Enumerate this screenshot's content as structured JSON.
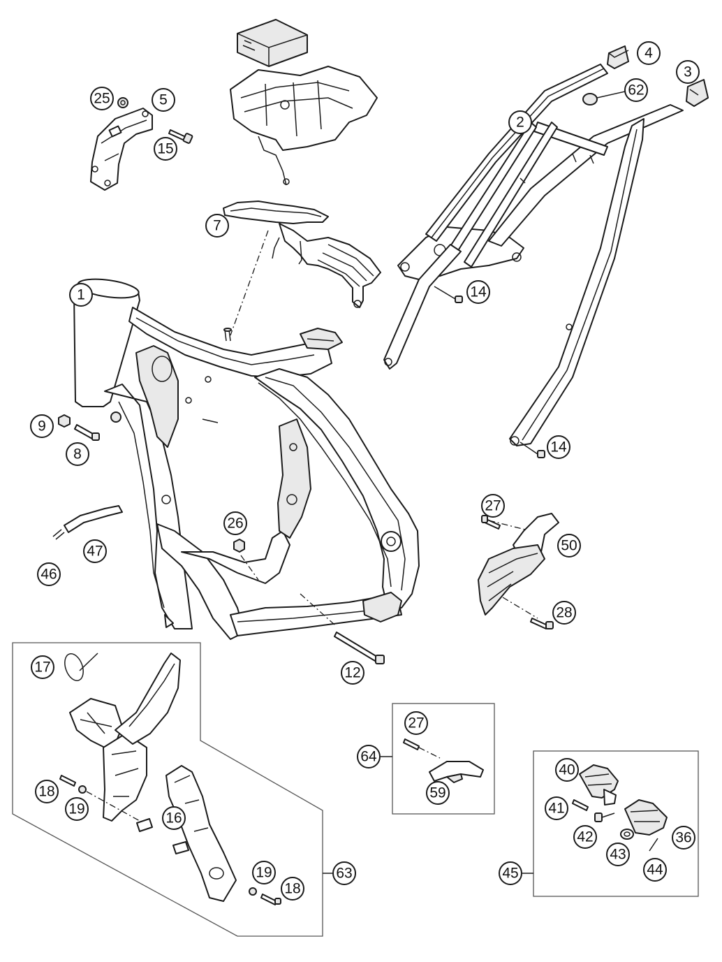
{
  "callouts": {
    "c1": "1",
    "c2": "2",
    "c3": "3",
    "c4": "4",
    "c5": "5",
    "c7": "7",
    "c8": "8",
    "c9": "9",
    "c12": "12",
    "c14a": "14",
    "c14b": "14",
    "c15": "15",
    "c16": "16",
    "c17": "17",
    "c18a": "18",
    "c18b": "18",
    "c19a": "19",
    "c19b": "19",
    "c25": "25",
    "c26": "26",
    "c27a": "27",
    "c27b": "27",
    "c28": "28",
    "c36": "36",
    "c40": "40",
    "c41": "41",
    "c42": "42",
    "c43": "43",
    "c44": "44",
    "c45": "45",
    "c46": "46",
    "c47": "47",
    "c50": "50",
    "c59": "59",
    "c62": "62",
    "c63": "63",
    "c64": "64"
  },
  "icons": {
    "main_frame": "frame-tube-icon",
    "subframe": "subframe-icon",
    "electronics_holder": "cdi-holder-icon",
    "footrest": "footrest-icon"
  }
}
